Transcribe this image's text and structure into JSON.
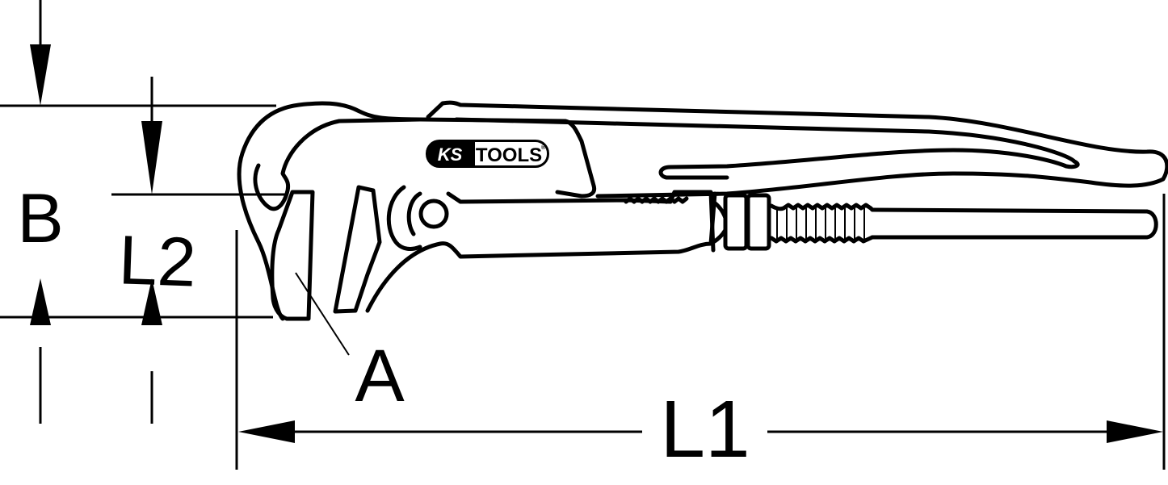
{
  "drawing": {
    "subject": "pipe wrench dimension drawing",
    "brand_logo": {
      "left": "KS",
      "right": "TOOLS",
      "mark": "®"
    },
    "dimension_labels": {
      "B": "B",
      "L2": "L2",
      "A": "A",
      "L1": "L1"
    },
    "colors": {
      "line": "#000000",
      "background": "#ffffff"
    }
  }
}
